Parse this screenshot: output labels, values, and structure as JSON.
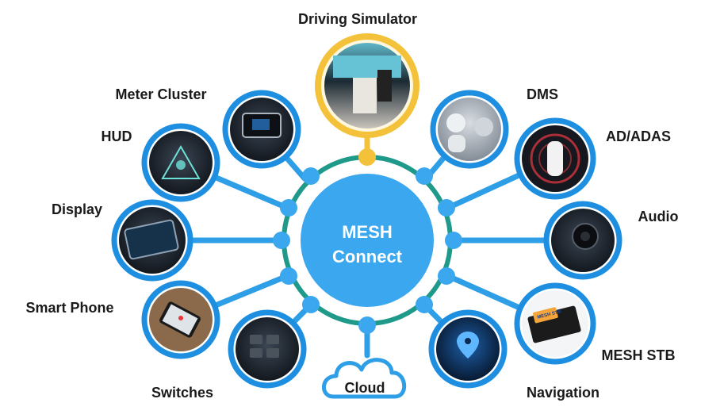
{
  "diagram": {
    "hub": {
      "line1": "MESH",
      "line2": "Connect"
    },
    "colors": {
      "hub": "#3aa7ef",
      "ring": "#1f9a8a",
      "spoke": "#2e9fe6",
      "node_ring": "#1e8fe0",
      "highlight": "#f3c23a",
      "cloud": "#2e9fe6"
    },
    "nodes": {
      "driving_simulator": "Driving Simulator",
      "meter_cluster": "Meter Cluster",
      "hud": "HUD",
      "display": "Display",
      "smart_phone": "Smart Phone",
      "switches": "Switches",
      "cloud": "Cloud",
      "navigation": "Navigation",
      "mesh_stb": "MESH STB",
      "audio": "Audio",
      "ad_adas": "AD/ADAS",
      "dms": "DMS"
    },
    "stb_box_text": "MESH STB"
  }
}
